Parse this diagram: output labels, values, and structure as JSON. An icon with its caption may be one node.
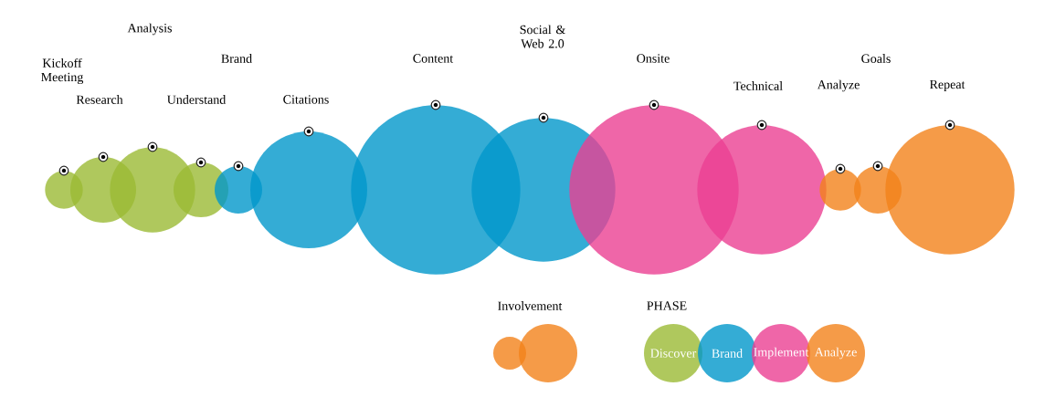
{
  "diagram": {
    "nodes": [
      {
        "text": [],
        "shape": "circle"
      },
      {
        "text": [],
        "shape": "circle"
      },
      {
        "text": [],
        "shape": "circle"
      },
      {
        "text": [],
        "shape": "circle"
      },
      {
        "text": [],
        "shape": "circle"
      },
      {
        "text": [],
        "shape": "circle"
      },
      {
        "text": [],
        "shape": "circle"
      },
      {
        "text": [],
        "shape": "circle"
      },
      {
        "text": [],
        "shape": "circle"
      },
      {
        "text": [],
        "shape": "circle"
      },
      {
        "text": [],
        "shape": "circle"
      },
      {
        "text": [],
        "shape": "circle"
      },
      {
        "text": [],
        "shape": "circle"
      }
    ],
    "labels": [
      "Kickoff Meeting",
      "Research",
      "Analysis",
      "Understand",
      "Brand",
      "Citations",
      "Content",
      "Social & Web 2.0",
      "Onsite",
      "Technical",
      "Analyze",
      "Goals",
      "Repeat",
      "Involvement",
      "PHASE"
    ],
    "legend": [
      {
        "text": "Discover",
        "color": "#afc85d"
      },
      {
        "text": "Brand",
        "color": "#34acd5"
      },
      {
        "text": "Implement",
        "color": "#ef66a8"
      },
      {
        "text": "Analyze",
        "color": "#f59b48"
      }
    ]
  }
}
